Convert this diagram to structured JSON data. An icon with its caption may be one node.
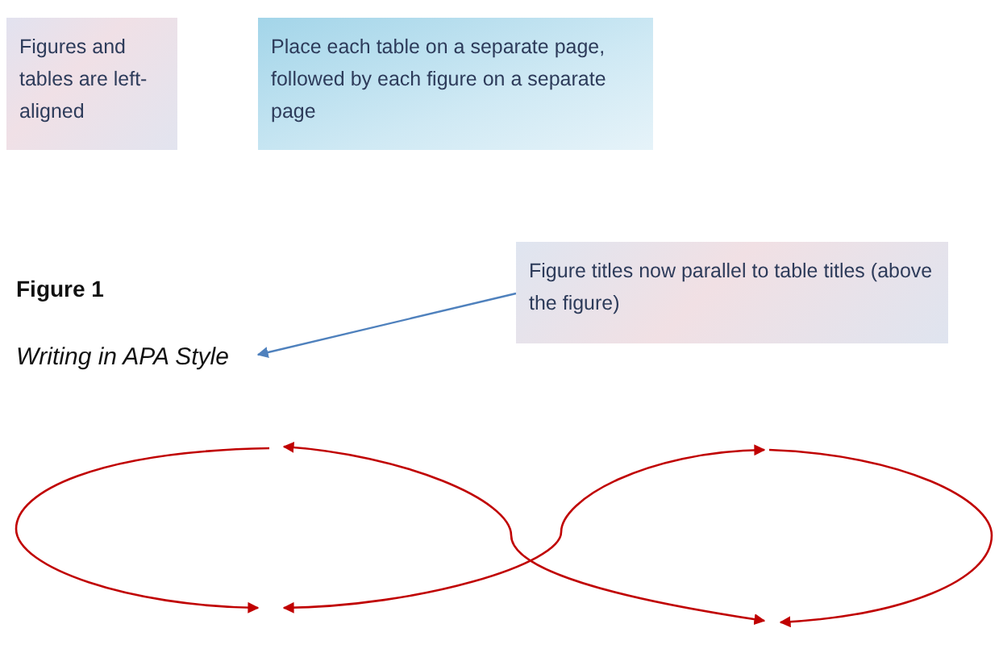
{
  "diagram": {
    "nodes": [
      {
        "text": [
          "Figures and tables are left-aligned"
        ]
      },
      {
        "text": [
          "Place each table on a separate page, followed by each figure on a separate page"
        ]
      },
      {
        "text": [
          "Figure titles now parallel to table titles (above the figure)"
        ]
      },
      {
        "text": [
          "Writing in APA Style"
        ]
      }
    ],
    "edges": [
      {
        "from": 2,
        "to": 3,
        "arrow": "to",
        "color": "#4f81bd"
      }
    ],
    "labels": [
      "Figure 1"
    ]
  }
}
